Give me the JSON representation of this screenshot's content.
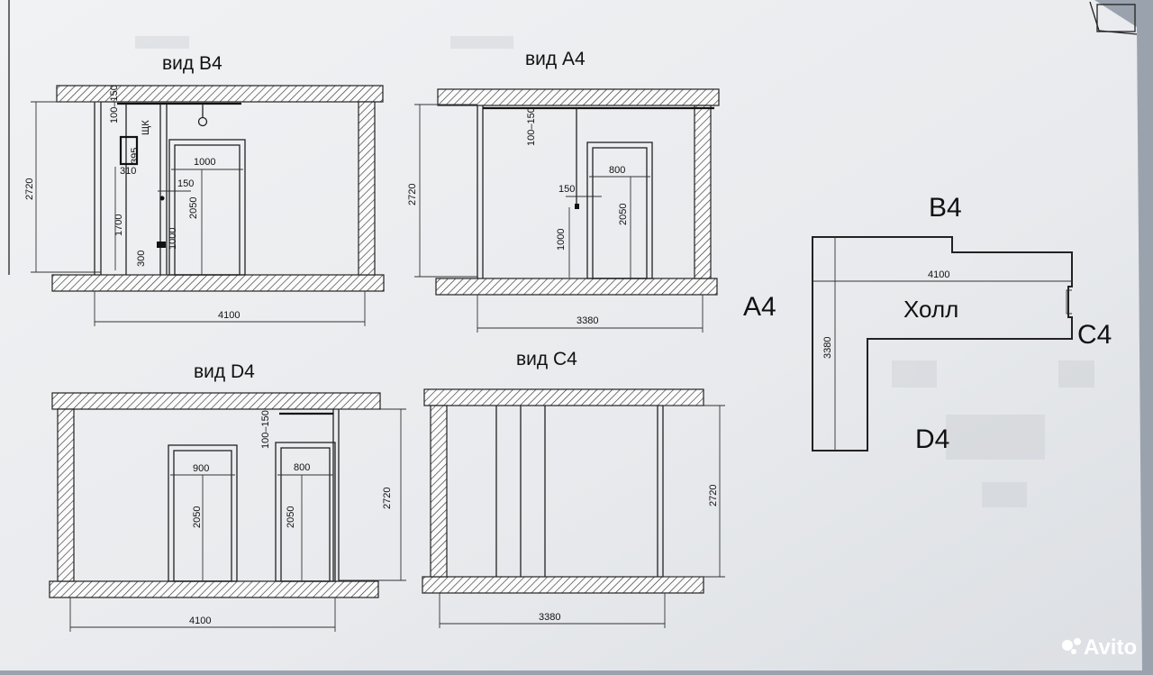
{
  "views": {
    "b4": {
      "title": "вид В4",
      "width": "4100",
      "height": "2720",
      "d100_150": "100–150",
      "shk": "ЩК",
      "d395": "395",
      "d310": "310",
      "d1700": "1700",
      "d300": "300",
      "d150": "150",
      "d1000a": "1000",
      "door_w": "1000",
      "door_h": "2050",
      "d1000b": "1000"
    },
    "a4": {
      "title": "вид А4",
      "width": "3380",
      "height": "2720",
      "d100_150": "100–150",
      "door_w": "800",
      "door_h": "2050",
      "d150": "150",
      "d1000": "1000"
    },
    "d4": {
      "title": "вид D4",
      "width": "4100",
      "height": "2720",
      "d100_150": "100–150",
      "door1_w": "900",
      "door1_h": "2050",
      "door2_w": "800",
      "door2_h": "2050"
    },
    "c4": {
      "title": "вид С4",
      "width": "3380",
      "height": "2720"
    }
  },
  "plan": {
    "label_b4": "B4",
    "label_a4": "A4",
    "label_c4": "C4",
    "label_d4": "D4",
    "room": "Холл",
    "width": "4100",
    "height": "3380"
  },
  "watermark": {
    "text": "Avito"
  }
}
